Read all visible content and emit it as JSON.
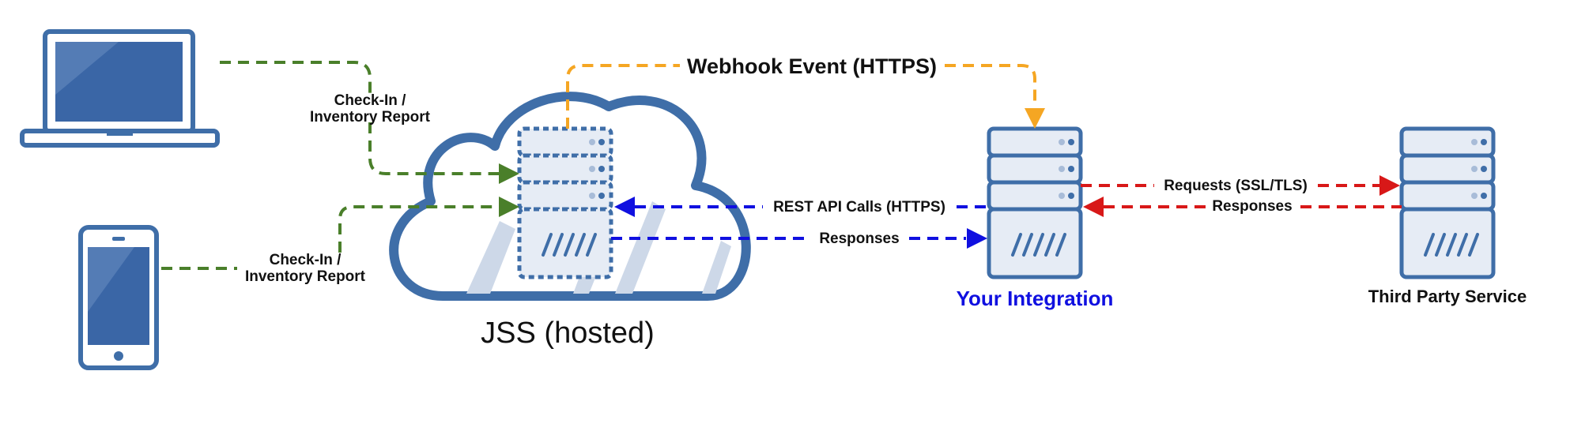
{
  "colors": {
    "device_stroke": "#3f6ea8",
    "device_screen": "#3a66a6",
    "server_fill": "#e6ecf5",
    "checkin_line": "#4a7f2a",
    "webhook_line": "#f5a623",
    "api_line": "#1010e0",
    "third_party_line": "#d81818",
    "integration_label": "#1010e0"
  },
  "labels": {
    "webhook": "Webhook Event (HTTPS)",
    "checkin_laptop_line1": "Check-In /",
    "checkin_laptop_line2": "Inventory Report",
    "checkin_phone_line1": "Check-In /",
    "checkin_phone_line2": "Inventory Report",
    "rest_api": "REST API Calls (HTTPS)",
    "responses_api": "Responses",
    "requests_tp": "Requests (SSL/TLS)",
    "responses_tp": "Responses",
    "jss": "JSS (hosted)",
    "your_integration": "Your Integration",
    "third_party": "Third Party Service"
  },
  "icons": [
    "laptop-icon",
    "phone-icon",
    "cloud-icon",
    "jss-server-icon",
    "integration-server-icon",
    "third-party-server-icon"
  ]
}
